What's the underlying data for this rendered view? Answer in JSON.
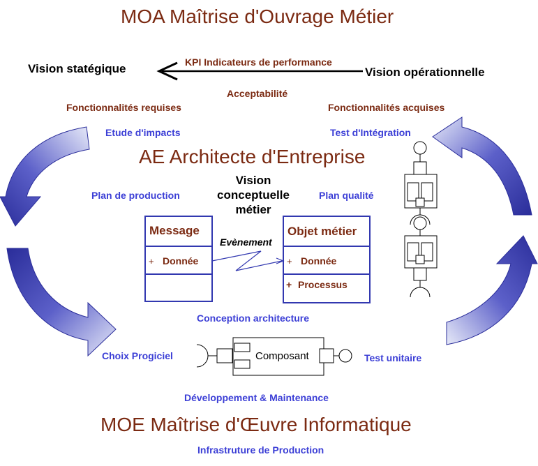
{
  "titles": {
    "moa": "MOA Maîtrise d'Ouvrage Métier",
    "ae": "AE Architecte d'Entreprise",
    "moe": "MOE Maîtrise d'Œuvre Informatique"
  },
  "top": {
    "vision_strategique": "Vision statégique",
    "kpi": "KPI Indicateurs de performance",
    "vision_operationnelle": "Vision opérationnelle",
    "acceptabilite": "Acceptabilité"
  },
  "labels": {
    "fonctionnalites_requises": "Fonctionnalités requises",
    "fonctionnalites_acquises": "Fonctionnalités acquises",
    "etude_impacts": "Etude d'impacts",
    "test_integration": "Test d'Intégration",
    "plan_production": "Plan de production",
    "plan_qualite": "Plan qualité",
    "vision_conceptuelle": "Vision conceptuelle métier",
    "conception_architecture": "Conception architecture",
    "choix_progiciel": "Choix Progiciel",
    "test_unitaire": "Test unitaire",
    "developpement": "Développement & Maintenance",
    "infrastructure": "Infrastruture de Production"
  },
  "message_class": {
    "name": "Message",
    "attr_marker": "+",
    "attr": "Donnée"
  },
  "objet_class": {
    "name": "Objet métier",
    "attr_marker": "+",
    "attr": "Donnée",
    "op_marker": "+",
    "op": "Processus"
  },
  "association": {
    "label": "Evènement"
  },
  "component": {
    "label": "Composant"
  },
  "colors": {
    "title": "#7b2a12",
    "blue_label": "#3c3fd6",
    "arrow_light": "#dde2f6",
    "arrow_dark": "#2a2d9a",
    "uml_border": "#3238b0"
  }
}
